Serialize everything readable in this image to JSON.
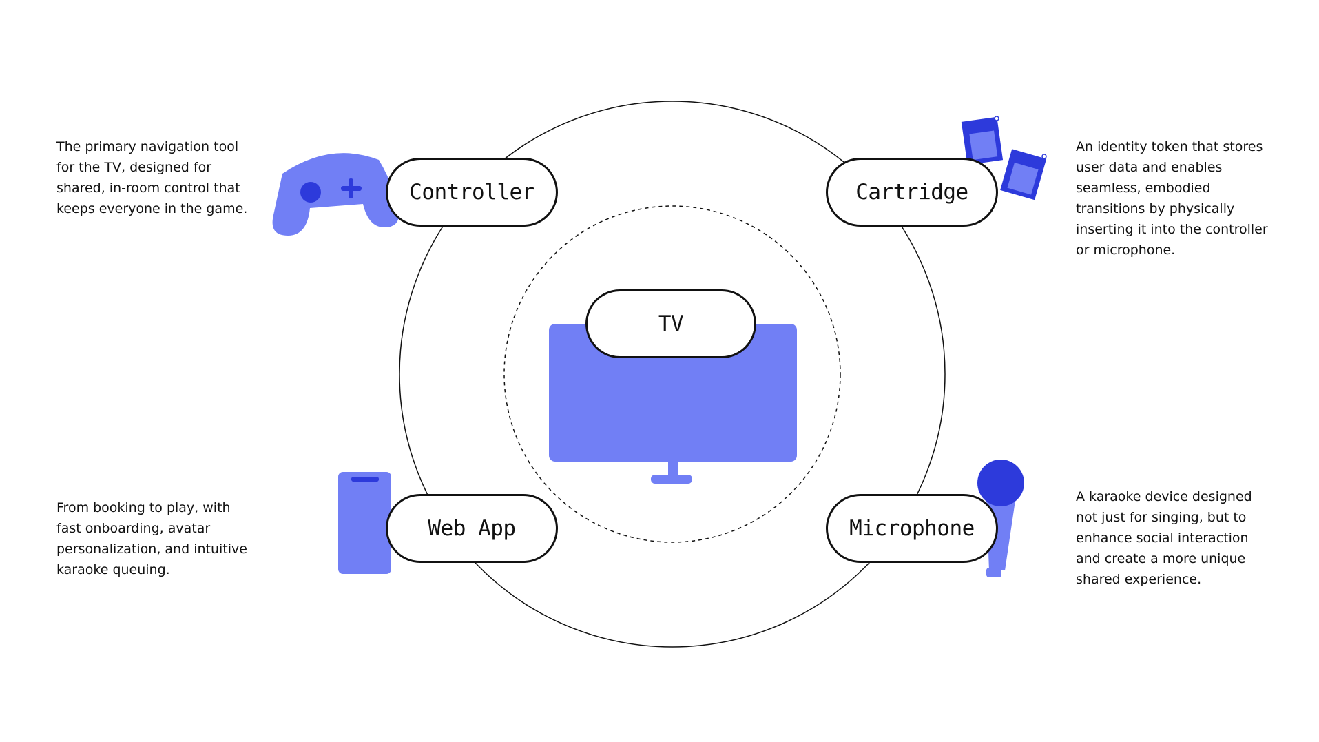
{
  "colors": {
    "accent_light": "#717ff5",
    "accent_dark": "#2d3adb",
    "ink": "#111111",
    "background": "#ffffff"
  },
  "nodes": {
    "tv": {
      "label": "TV",
      "icon": "tv-icon"
    },
    "controller": {
      "label": "Controller",
      "icon": "gamepad-icon",
      "description": [
        "The primary navigation tool",
        "for the TV, designed for",
        "shared, in-room control that",
        "keeps everyone in the game."
      ]
    },
    "cartridge": {
      "label": "Cartridge",
      "icon": "cartridge-icon",
      "description": [
        "An identity token that stores",
        "user data and enables",
        "seamless, embodied",
        "transitions by physically",
        "inserting it into the controller",
        "or microphone."
      ]
    },
    "web_app": {
      "label": "Web App",
      "icon": "phone-icon",
      "description": [
        "From booking to play, with",
        "fast onboarding, avatar",
        "personalization, and intuitive",
        "karaoke queuing."
      ]
    },
    "microphone": {
      "label": "Microphone",
      "icon": "microphone-icon",
      "description": [
        "A karaoke device designed",
        "not just for singing, but to",
        "enhance social interaction",
        "and create a more unique",
        "shared experience."
      ]
    }
  }
}
